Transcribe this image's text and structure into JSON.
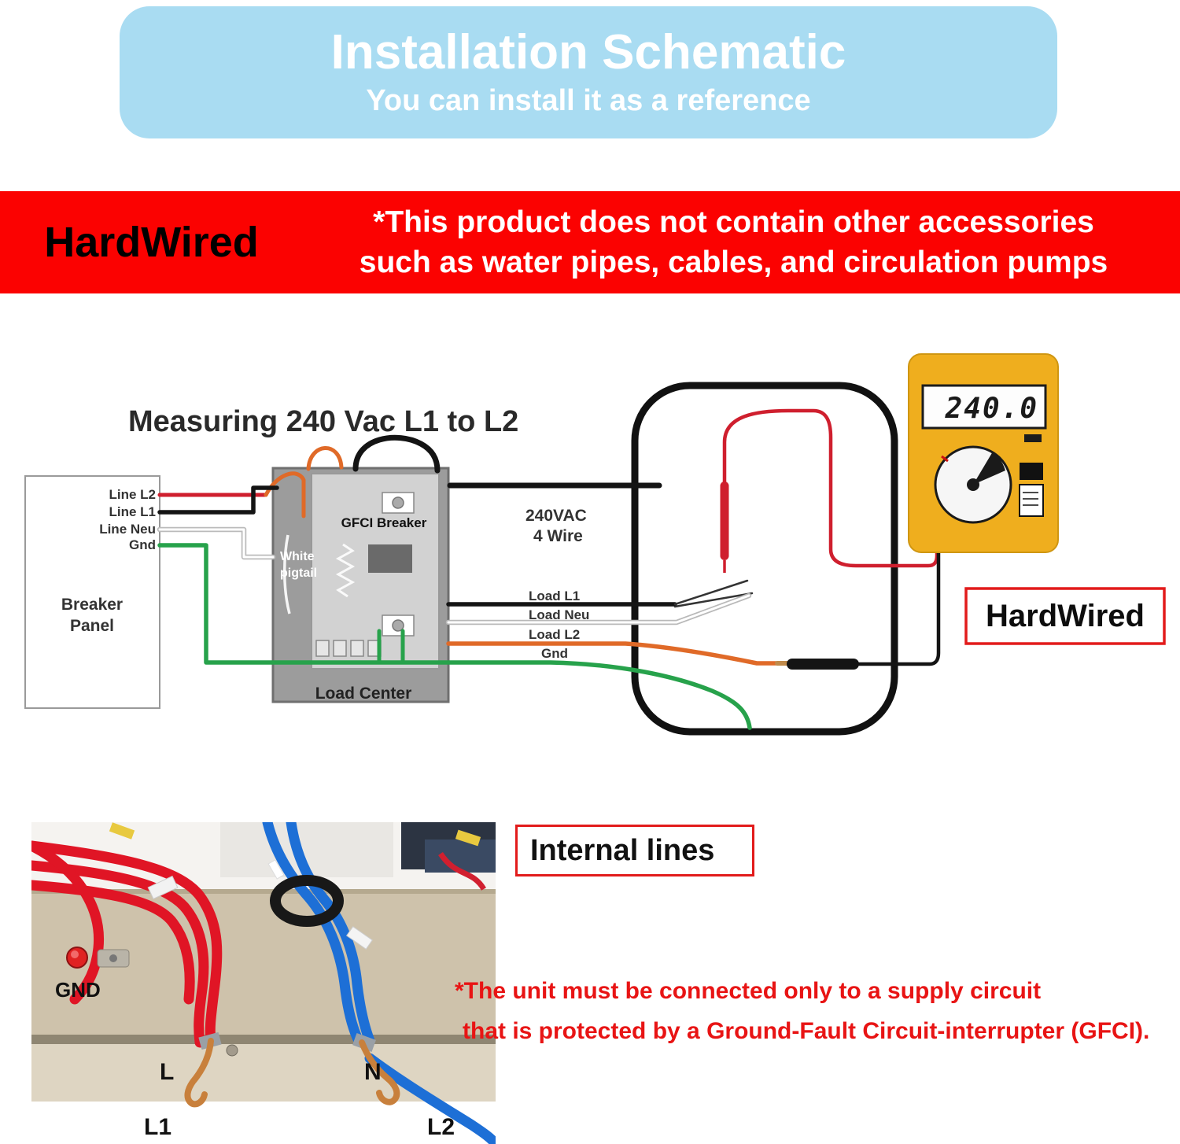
{
  "colors": {
    "header_bg": "#a9dcf2",
    "banner_bg": "#fb0201",
    "accent_red_border": "#e21b1b",
    "note_red": "#e81414",
    "meter_yellow": "#efae1e",
    "wire_red": "#cf1f2e",
    "wire_orange": "#e06a28",
    "wire_green": "#27a24b",
    "wire_black": "#141414",
    "wire_blue": "#1d6fd6"
  },
  "header": {
    "title": "Installation Schematic",
    "subtitle": "You can install it as a reference"
  },
  "banner": {
    "label": "HardWired",
    "line1": "*This product does not contain other accessories",
    "line2": "such as water pipes, cables, and circulation pumps"
  },
  "diagram": {
    "title": "Measuring 240 Vac L1 to L2",
    "breaker_panel": [
      "Breaker",
      "Panel"
    ],
    "lines": [
      "Line L2",
      "Line L1",
      "Line Neu",
      "Gnd"
    ],
    "gfci_breaker": "GFCI Breaker",
    "pigtail": [
      "White",
      "pigtail"
    ],
    "load_center": "Load Center",
    "spec": [
      "240VAC",
      "4 Wire"
    ],
    "loads": [
      "Load L1",
      "Load Neu",
      "Load L2",
      "Gnd"
    ],
    "meter_reading": "240.0",
    "hardwired": "HardWired"
  },
  "photo": {
    "caption": "Internal lines",
    "gnd": "GND",
    "l": "L",
    "n": "N",
    "l1": "L1",
    "l2": "L2"
  },
  "note": {
    "line1": "*The unit must be connected only to a supply circuit",
    "line2": "that is protected by a Ground-Fault Circuit-interrupter (GFCI)."
  }
}
